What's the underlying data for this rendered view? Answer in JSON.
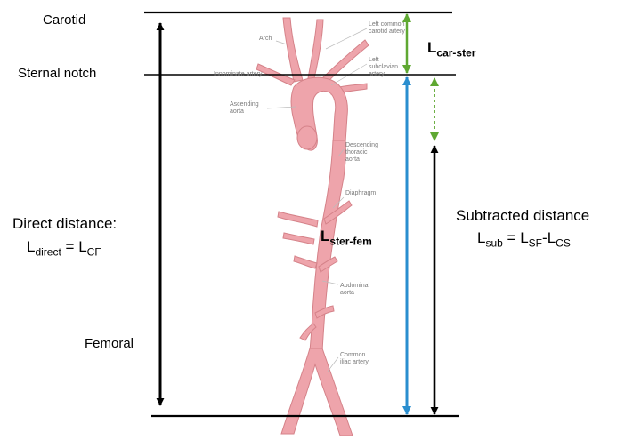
{
  "landmarks": {
    "carotid": "Carotid",
    "sternal_notch": "Sternal notch",
    "femoral": "Femoral"
  },
  "direct": {
    "title": "Direct distance:",
    "lhs_main": "L",
    "lhs_sub": "direct",
    "equals": " = ",
    "rhs_main": "L",
    "rhs_sub": "CF"
  },
  "subtracted": {
    "title": "Subtracted distance",
    "lhs_main": "L",
    "lhs_sub": "sub",
    "equals": " = ",
    "t1_main": "L",
    "t1_sub": "SF",
    "minus": "-",
    "t2_main": "L",
    "t2_sub": "CS"
  },
  "segments": {
    "car_ster_main": "L",
    "car_ster_sub": "car-ster",
    "ster_fem_main": "L",
    "ster_fem_sub": "ster-fem"
  },
  "anatomy": {
    "arch": "Arch",
    "left_common_carotid": [
      "Left common",
      "carotid artery"
    ],
    "left_subclavian": [
      "Left",
      "subclavian",
      "artery"
    ],
    "innominate": "Innominate artery",
    "ascending_aorta": [
      "Ascending",
      "aorta"
    ],
    "descending_thoracic": [
      "Descending",
      "thoracic",
      "aorta"
    ],
    "diaphragm": "Diaphragm",
    "abdominal_aorta": [
      "Abdominal",
      "aorta"
    ],
    "common_iliac": [
      "Common",
      "iliac artery"
    ]
  },
  "colors": {
    "line": "#000000",
    "car_ster_arrow": "#5fa832",
    "ster_fem_arrow": "#2a8ecf",
    "aorta_fill": "#eea4ab",
    "aorta_edge": "#d58289"
  }
}
